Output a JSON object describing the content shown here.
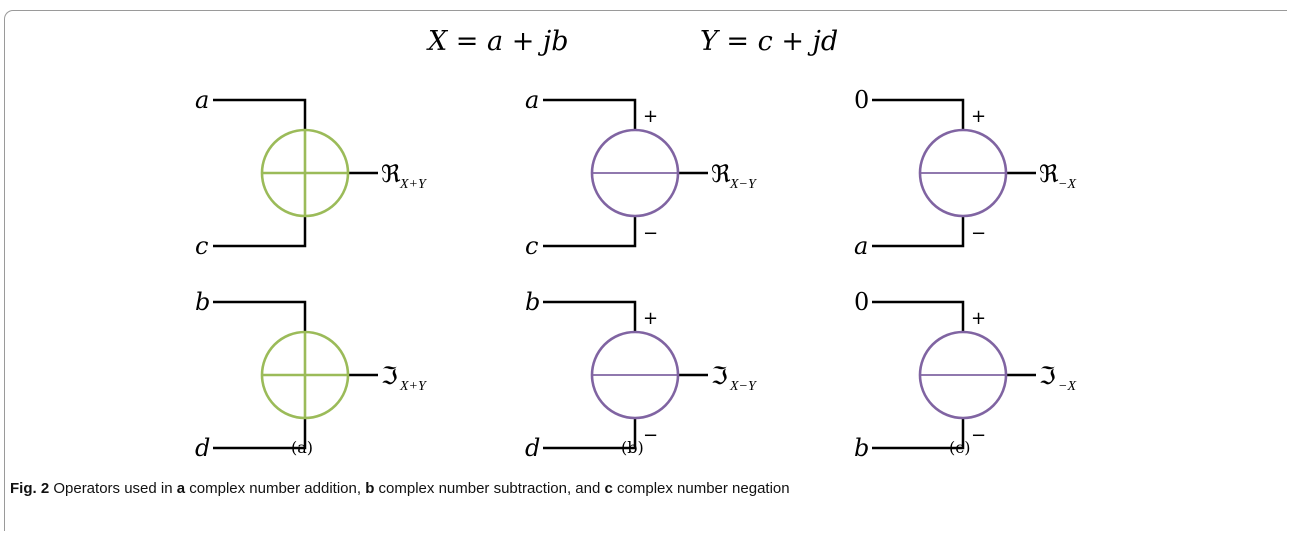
{
  "equations": {
    "x_def": "X = a + jb",
    "y_def": "Y = c + jd"
  },
  "colors": {
    "add_stroke": "#9bbb59",
    "sub_stroke": "#8064a2",
    "wire": "#000000"
  },
  "panels": [
    {
      "id": "a",
      "label": "(a)",
      "operator": "add",
      "top": {
        "in1": "a",
        "in2": "c",
        "out_symbol": "ℜ",
        "out_sub": "X+Y",
        "plus": "",
        "minus": ""
      },
      "bottom": {
        "in1": "b",
        "in2": "d",
        "out_symbol": "ℑ",
        "out_sub": "X+Y",
        "plus": "",
        "minus": ""
      }
    },
    {
      "id": "b",
      "label": "(b)",
      "operator": "subtract",
      "top": {
        "in1": "a",
        "in2": "c",
        "out_symbol": "ℜ",
        "out_sub": "X−Y",
        "plus": "+",
        "minus": "−"
      },
      "bottom": {
        "in1": "b",
        "in2": "d",
        "out_symbol": "ℑ",
        "out_sub": "X−Y",
        "plus": "+",
        "minus": "−"
      }
    },
    {
      "id": "c",
      "label": "(c)",
      "operator": "negate",
      "top": {
        "in1": "0",
        "in2": "a",
        "out_symbol": "ℜ",
        "out_sub": "−X",
        "plus": "+",
        "minus": "−"
      },
      "bottom": {
        "in1": "0",
        "in2": "b",
        "out_symbol": "ℑ",
        "out_sub": "−X",
        "plus": "+",
        "minus": "−"
      }
    }
  ],
  "caption": {
    "fig": "Fig. 2",
    "t1": " Operators used in ",
    "k1": "a",
    "t2": " complex number addition, ",
    "k2": "b",
    "t3": " complex number subtraction, and ",
    "k3": "c",
    "t4": " complex number negation"
  }
}
